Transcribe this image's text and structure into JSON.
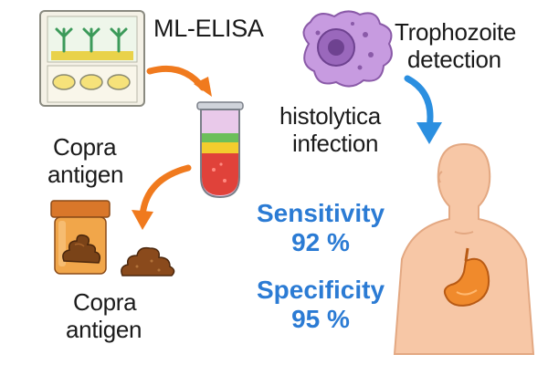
{
  "labels": {
    "title": "ML-ELISA",
    "trophozoite": "Trophozoite",
    "detection": "detection",
    "histolytica": "histolytica",
    "infection": "infection",
    "copra_top_1": "Copra",
    "copra_top_2": "antigen",
    "copra_bottom_1": "Copra",
    "copra_bottom_2": "antigen"
  },
  "metrics": {
    "sensitivity_label": "Sensitivity",
    "sensitivity_value": "92 %",
    "specificity_label": "Specificity",
    "specificity_value": "95 %"
  },
  "colors": {
    "arrow_orange": "#f07a1e",
    "arrow_blue": "#2b8fe0",
    "metric_blue": "#2b7bd4",
    "body_skin": "#f7c7a6",
    "stomach": "#f08a2c",
    "amoeba": "#c79be0"
  }
}
